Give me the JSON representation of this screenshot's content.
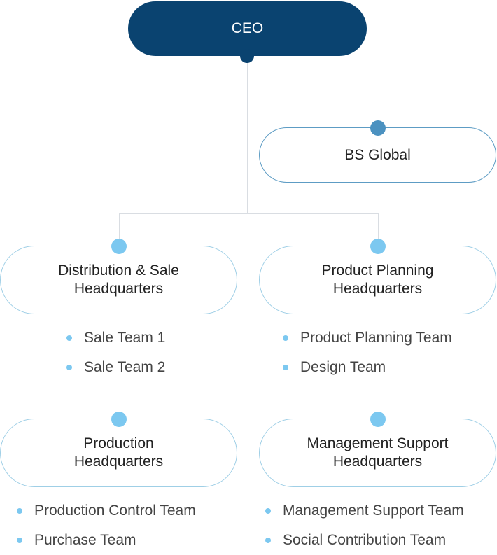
{
  "colors": {
    "ceo_fill": "#0a4370",
    "bs_dot": "#4b91c0",
    "light_dot": "#7cc8f0",
    "pill_border": "#9fcfe6",
    "connector": "#d9dde2"
  },
  "ceo": {
    "label": "CEO"
  },
  "bs_global": {
    "label": "BS Global"
  },
  "headquarters": [
    {
      "label": "Distribution & Sale\nHeadquarters",
      "teams": [
        "Sale Team 1",
        "Sale Team 2"
      ]
    },
    {
      "label": "Product Planning\nHeadquarters",
      "teams": [
        "Product Planning Team",
        "Design Team"
      ]
    },
    {
      "label": "Production\nHeadquarters",
      "teams": [
        "Production Control Team",
        "Purchase Team"
      ]
    },
    {
      "label": "Management Support\nHeadquarters",
      "teams": [
        "Management Support Team",
        "Social Contribution Team"
      ]
    }
  ]
}
